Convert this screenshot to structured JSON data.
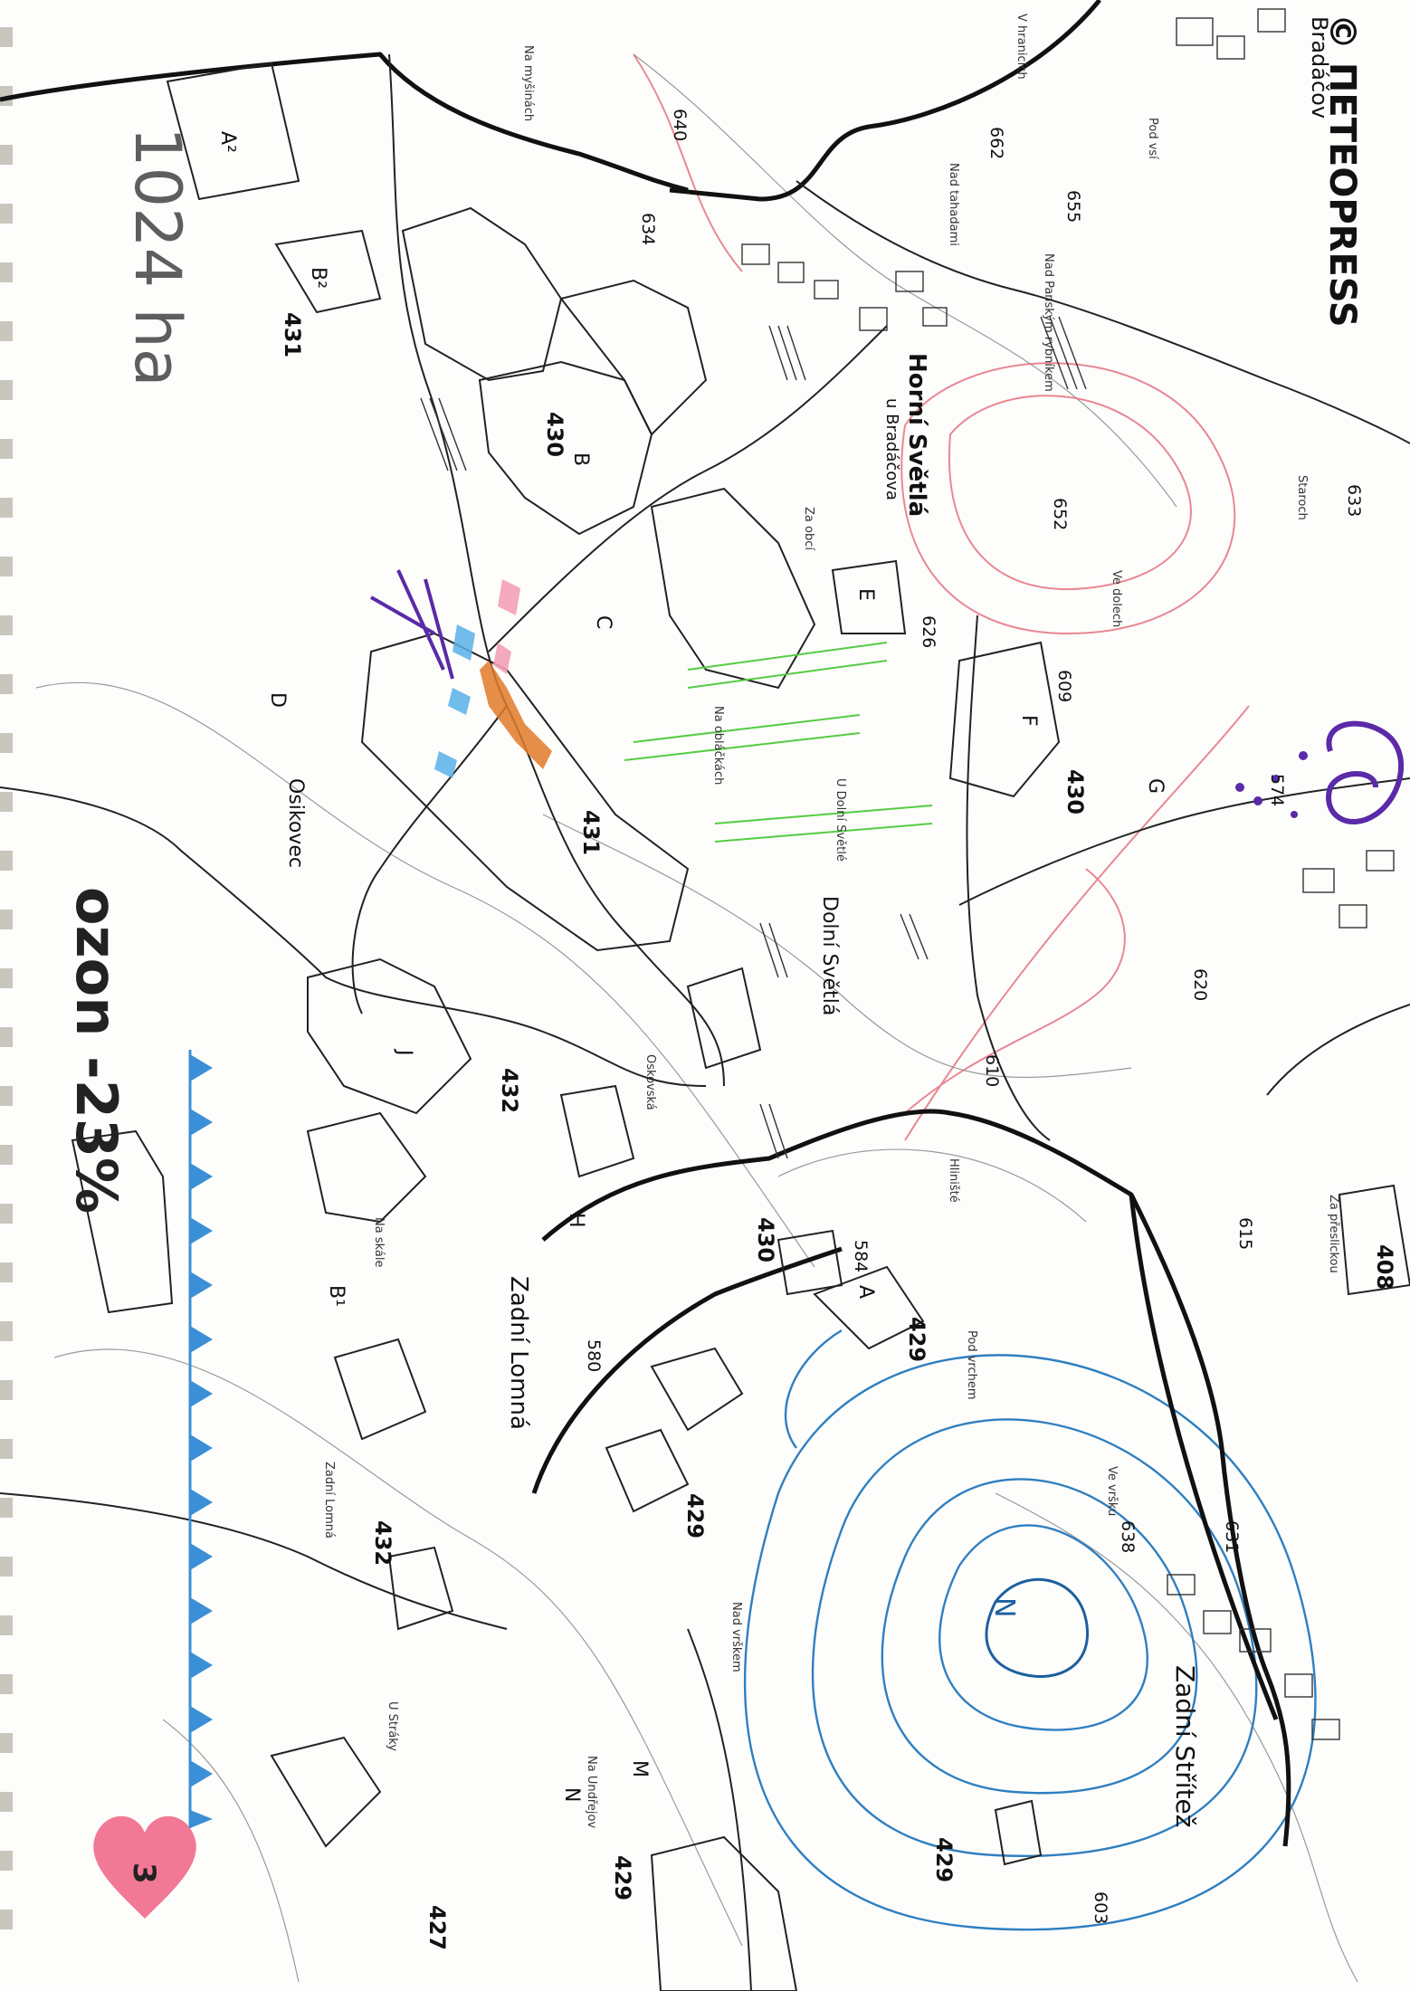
{
  "map": {
    "copyright": "© ПЕТЕОPRESS",
    "villages": [
      {
        "name": "Bradáčov"
      },
      {
        "name": "Horní Světlá",
        "sub": "u Bradáčova"
      },
      {
        "name": "Dolní Světlá"
      },
      {
        "name": "Zadní Lomná"
      },
      {
        "name": "Zadní Střítež"
      },
      {
        "name": "Osikovec"
      }
    ],
    "stands": [
      "430",
      "431",
      "432",
      "429",
      "427",
      "408"
    ],
    "elevations": [
      "662",
      "655",
      "652",
      "640",
      "634",
      "633",
      "626",
      "609",
      "620",
      "610",
      "615",
      "584",
      "580",
      "638",
      "631",
      "603",
      "574"
    ],
    "place_labels": [
      "Pod vsí",
      "Nad tahadami",
      "Nad Panským rybníkem",
      "Za obcí",
      "Ve dolech",
      "Staroch",
      "U Dolní Světlé",
      "Na obláčkách",
      "Hliništé",
      "Pod vrchem",
      "Ve vršku",
      "Nad vrškem",
      "Oskovská",
      "Zadní Lomná",
      "Na skále",
      "U Stráky",
      "Na Undřejov",
      "Za přeslickou",
      "Na myšinách",
      "V hranicích"
    ],
    "plots": [
      "A",
      "B",
      "C",
      "D",
      "E",
      "F",
      "G",
      "H",
      "J",
      "M",
      "N",
      "A²",
      "B²",
      "B¹"
    ],
    "annotations": {
      "area": "1024 ha",
      "ozone": "ozon -23%",
      "page_number": "3",
      "center_mark": "N"
    },
    "colors": {
      "linework": "#222222",
      "contour_blue": "#2f7fc0",
      "contour_red": "#e36a7a",
      "highlight_orange": "#e07a2a",
      "highlight_green": "#55cc44",
      "ink_purple": "#5a2aa8",
      "heart_pink": "#f06a8a"
    }
  }
}
